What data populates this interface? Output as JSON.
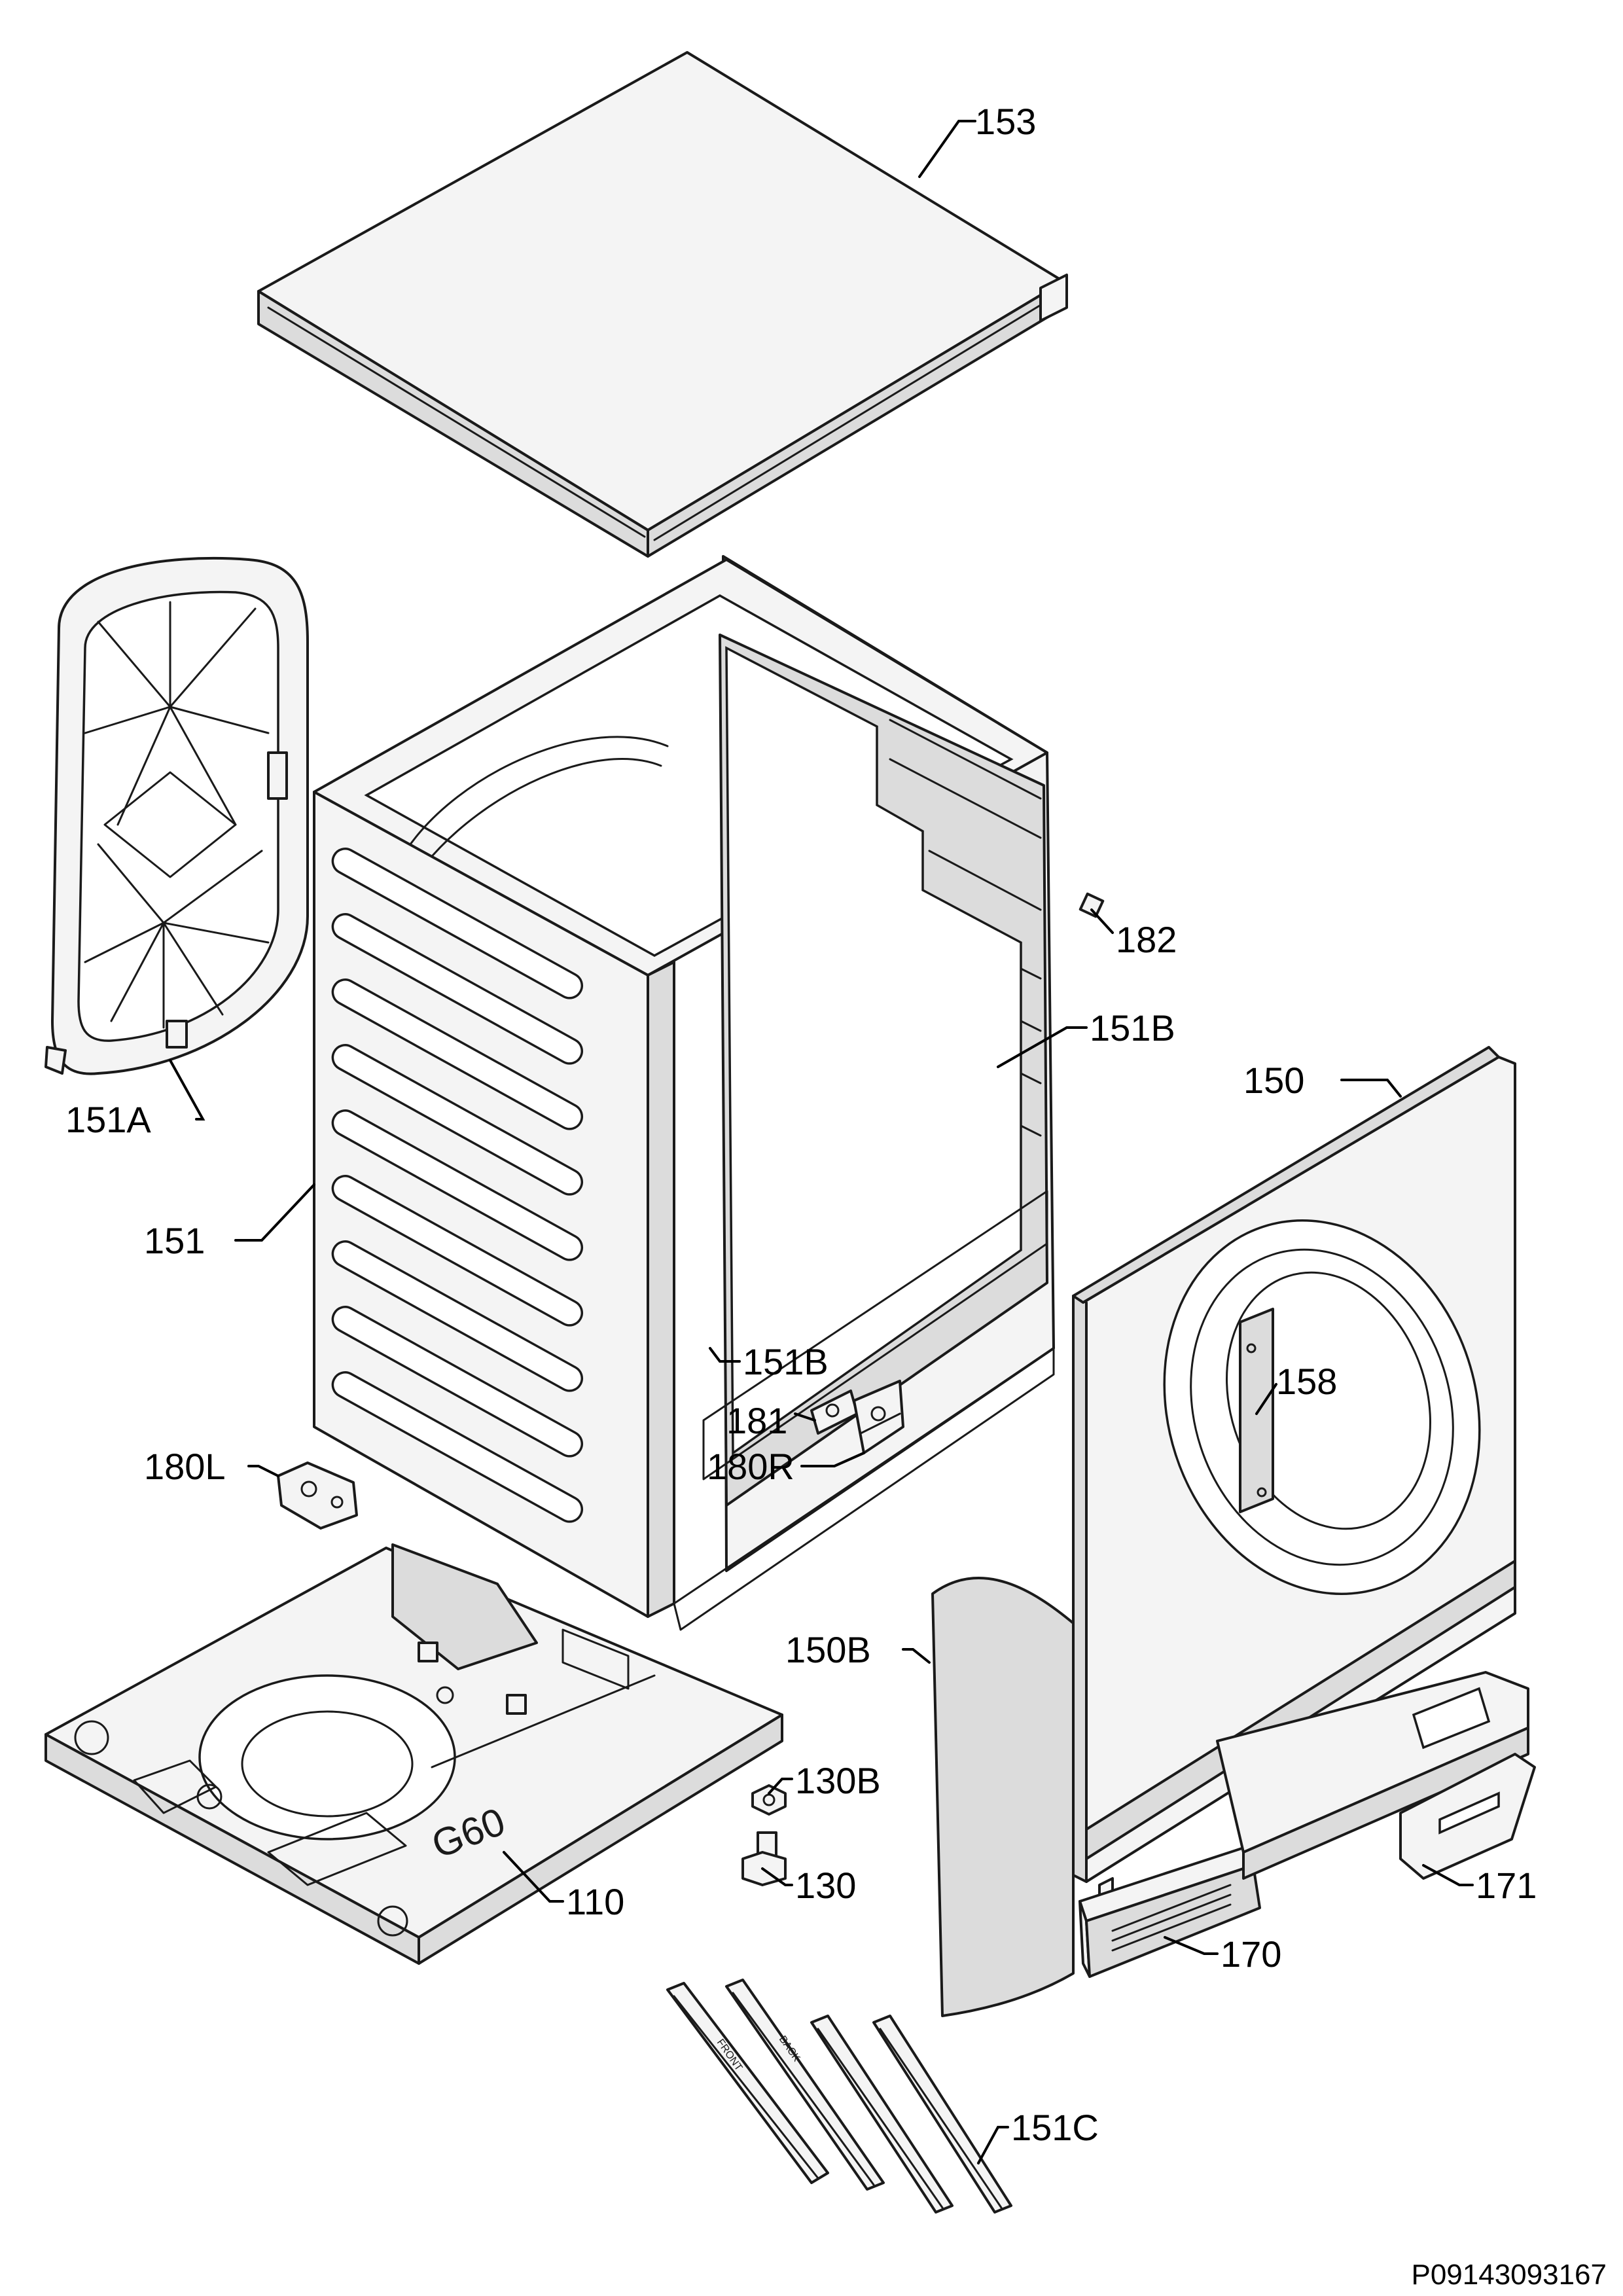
{
  "parts": {
    "top_cover": "153",
    "side_panel_trim_right": "151B",
    "door_seal_clip": "182",
    "front_panel": "150",
    "cover_seal": "151A",
    "cabinet_side": "151",
    "side_panel_trim_bottom": "151B",
    "hinge_small": "181",
    "hinge_right": "180R",
    "control_bezel_label": "158",
    "hinge_left": "180L",
    "insulation_panel": "150B",
    "foot_nut": "130B",
    "foot": "130",
    "base": "110",
    "kickplate": "170",
    "drawer_handle": "171",
    "rails": "151C"
  },
  "base_stamp": "G60",
  "rail_markings": [
    "FRONT",
    "BACK"
  ],
  "document_code": "P09143093167"
}
